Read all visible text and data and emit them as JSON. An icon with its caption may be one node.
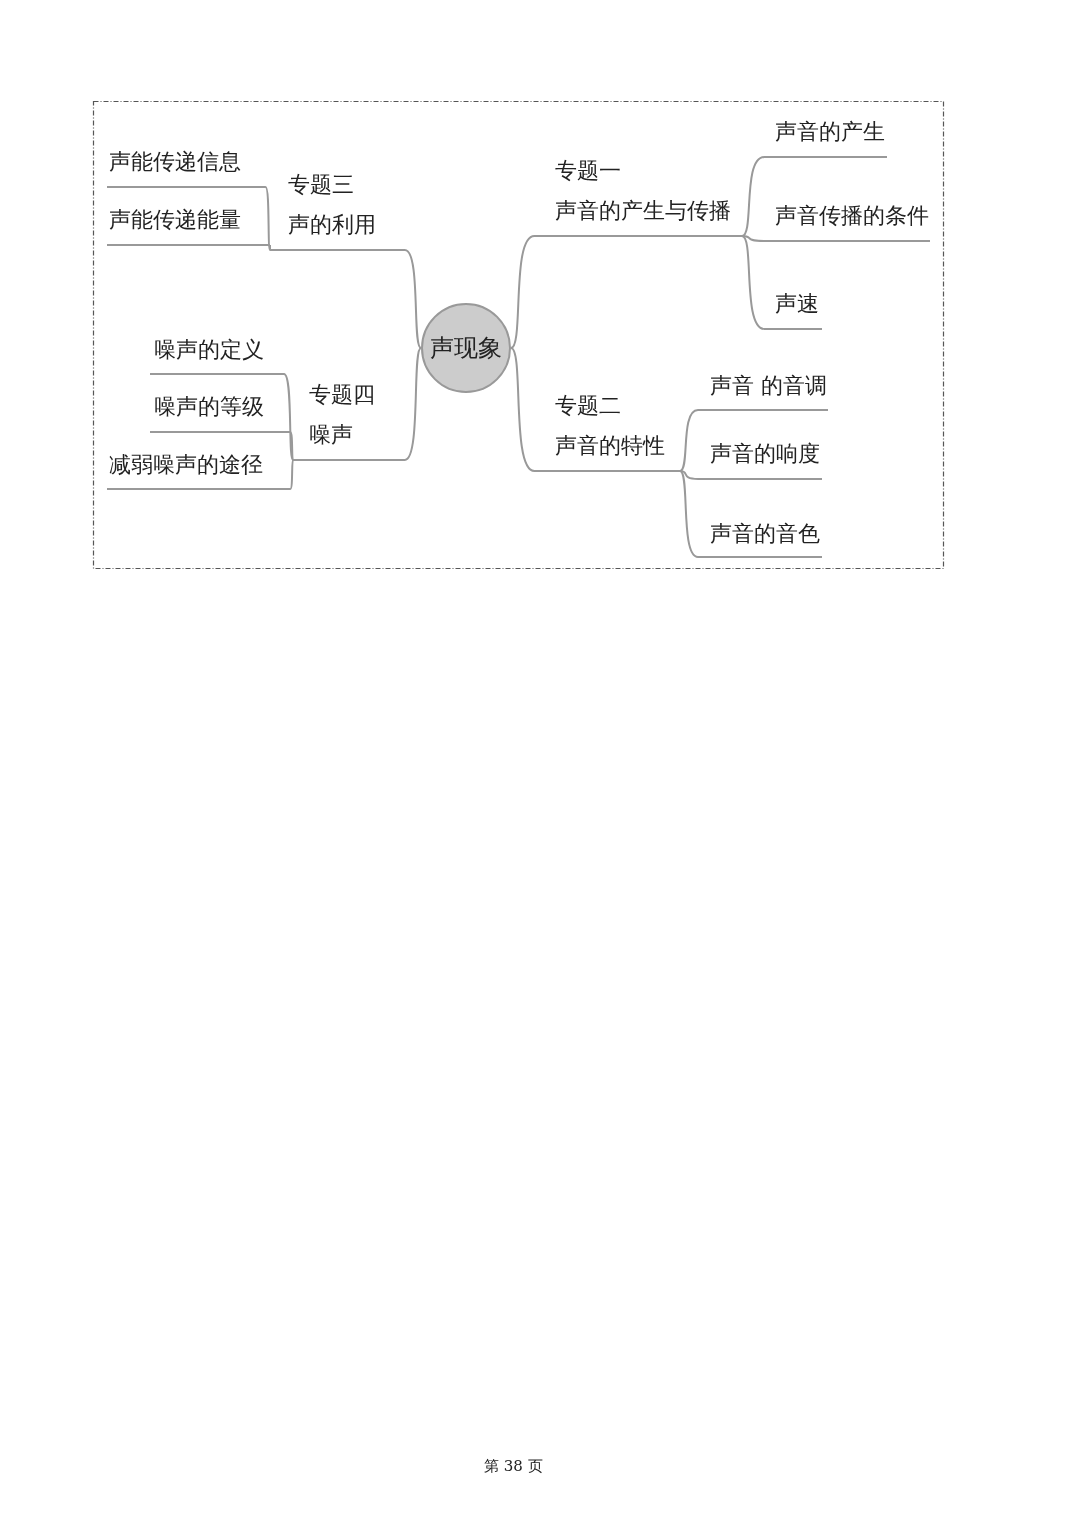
{
  "diagram": {
    "nodes": [
      {
        "text": [
          "声现象"
        ]
      },
      {
        "text": [
          "专题一",
          "声音的产生与传播"
        ]
      },
      {
        "text": [
          "声音的产生"
        ]
      },
      {
        "text": [
          "声音传播的条件"
        ]
      },
      {
        "text": [
          "声速"
        ]
      },
      {
        "text": [
          "专题二",
          "声音的特性"
        ]
      },
      {
        "text": [
          "声音 的音调"
        ]
      },
      {
        "text": [
          "声音的响度"
        ]
      },
      {
        "text": [
          "声音的音色"
        ]
      },
      {
        "text": [
          "专题三",
          "声的利用"
        ]
      },
      {
        "text": [
          "声能传递信息"
        ]
      },
      {
        "text": [
          "声能传递能量"
        ]
      },
      {
        "text": [
          "专题四",
          "噪声"
        ]
      },
      {
        "text": [
          "噪声的定义"
        ]
      },
      {
        "text": [
          "噪声的等级"
        ]
      },
      {
        "text": [
          "减弱噪声的途径"
        ]
      }
    ],
    "edges": [
      {
        "from": 0,
        "to": 1,
        "arrow": "none"
      },
      {
        "from": 1,
        "to": 2,
        "arrow": "none"
      },
      {
        "from": 1,
        "to": 3,
        "arrow": "none"
      },
      {
        "from": 1,
        "to": 4,
        "arrow": "none"
      },
      {
        "from": 0,
        "to": 5,
        "arrow": "none"
      },
      {
        "from": 5,
        "to": 6,
        "arrow": "none"
      },
      {
        "from": 5,
        "to": 7,
        "arrow": "none"
      },
      {
        "from": 5,
        "to": 8,
        "arrow": "none"
      },
      {
        "from": 0,
        "to": 9,
        "arrow": "none"
      },
      {
        "from": 9,
        "to": 10,
        "arrow": "none"
      },
      {
        "from": 9,
        "to": 11,
        "arrow": "none"
      },
      {
        "from": 0,
        "to": 12,
        "arrow": "none"
      },
      {
        "from": 12,
        "to": 13,
        "arrow": "none"
      },
      {
        "from": 12,
        "to": 14,
        "arrow": "none"
      },
      {
        "from": 12,
        "to": 15,
        "arrow": "none"
      }
    ],
    "labels": [
      "第 38 页"
    ]
  }
}
